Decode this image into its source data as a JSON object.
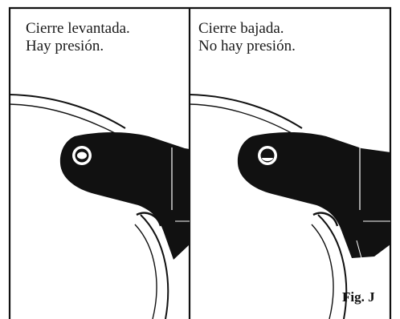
{
  "panels": [
    {
      "id": "raised",
      "line1": "Cierre levantada.",
      "line2": "Hay presión."
    },
    {
      "id": "lowered",
      "line1": "Cierre bajada.",
      "line2": "No hay presión."
    }
  ],
  "figure_label": "Fig. J",
  "colors": {
    "ink": "#111111",
    "background": "#ffffff"
  }
}
